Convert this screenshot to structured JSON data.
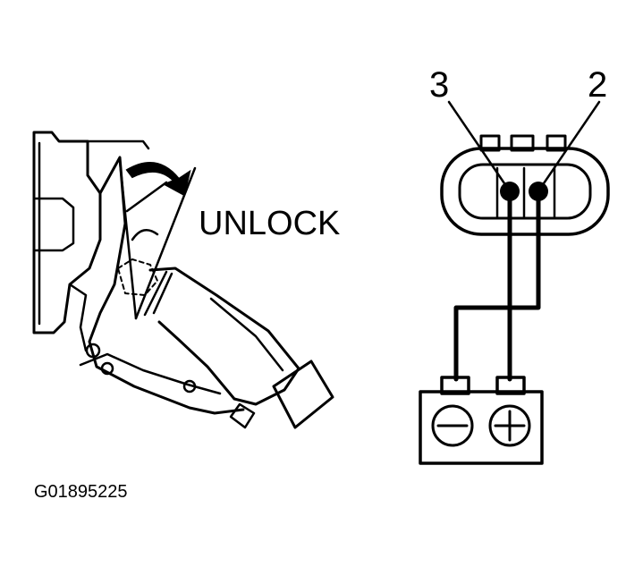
{
  "diagram": {
    "action_label": "UNLOCK",
    "pin_labels": [
      "3",
      "2"
    ],
    "battery_terminals": [
      "−",
      "+"
    ],
    "figure_code": "G01895225"
  },
  "colors": {
    "ink": "#000000",
    "background": "#ffffff"
  }
}
